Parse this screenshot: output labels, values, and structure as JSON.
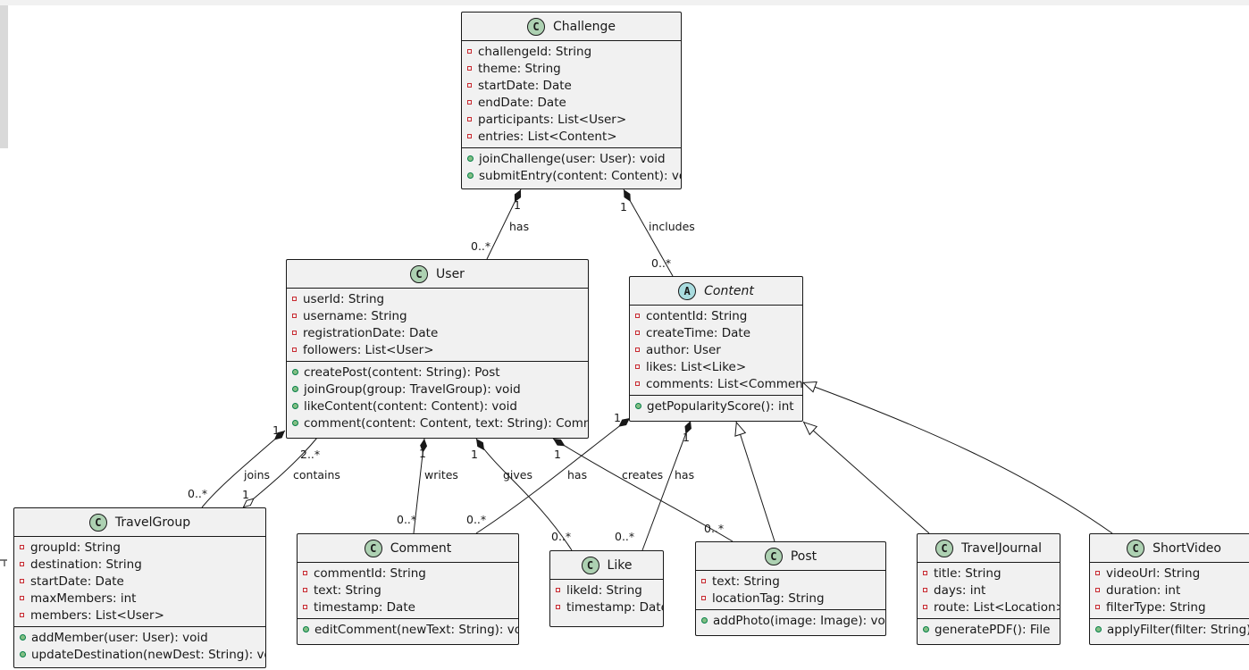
{
  "classes": {
    "challenge": {
      "stereotype": "C",
      "name": "Challenge",
      "attributes": [
        "challengeId: String",
        "theme: String",
        "startDate: Date",
        "endDate: Date",
        "participants: List<User>",
        "entries: List<Content>"
      ],
      "methods": [
        "joinChallenge(user: User): void",
        "submitEntry(content: Content): void"
      ]
    },
    "user": {
      "stereotype": "C",
      "name": "User",
      "attributes": [
        "userId: String",
        "username: String",
        "registrationDate: Date",
        "followers: List<User>"
      ],
      "methods": [
        "createPost(content: String): Post",
        "joinGroup(group: TravelGroup): void",
        "likeContent(content: Content): void",
        "comment(content: Content, text: String): Comment"
      ]
    },
    "content": {
      "stereotype": "A",
      "name": "Content",
      "abstract": true,
      "attributes": [
        "contentId: String",
        "createTime: Date",
        "author: User",
        "likes: List<Like>",
        "comments: List<Comment>"
      ],
      "methods": [
        "getPopularityScore(): int"
      ]
    },
    "travelgroup": {
      "stereotype": "C",
      "name": "TravelGroup",
      "attributes": [
        "groupId: String",
        "destination: String",
        "startDate: Date",
        "maxMembers: int",
        "members: List<User>"
      ],
      "methods": [
        "addMember(user: User): void",
        "updateDestination(newDest: String): void"
      ]
    },
    "comment": {
      "stereotype": "C",
      "name": "Comment",
      "attributes": [
        "commentId: String",
        "text: String",
        "timestamp: Date"
      ],
      "methods": [
        "editComment(newText: String): void"
      ]
    },
    "like": {
      "stereotype": "C",
      "name": "Like",
      "attributes": [
        "likeId: String",
        "timestamp: Date"
      ],
      "methods": []
    },
    "post": {
      "stereotype": "C",
      "name": "Post",
      "attributes": [
        "text: String",
        "locationTag: String"
      ],
      "methods": [
        "addPhoto(image: Image): void"
      ]
    },
    "traveljournal": {
      "stereotype": "C",
      "name": "TravelJournal",
      "attributes": [
        "title: String",
        "days: int",
        "route: List<Location>"
      ],
      "methods": [
        "generatePDF(): File"
      ]
    },
    "shortvideo": {
      "stereotype": "C",
      "name": "ShortVideo",
      "attributes": [
        "videoUrl: String",
        "duration: int",
        "filterType: String"
      ],
      "methods": [
        "applyFilter(filter: String): void"
      ]
    }
  },
  "relations": [
    {
      "id": "challenge-user",
      "from": "Challenge",
      "to": "User",
      "type": "composition",
      "label": "has",
      "from_mult": "1",
      "to_mult": "0..*"
    },
    {
      "id": "challenge-content",
      "from": "Challenge",
      "to": "Content",
      "type": "composition",
      "label": "includes",
      "from_mult": "1",
      "to_mult": "0..*"
    },
    {
      "id": "user-travelgroup-joins",
      "from": "User",
      "to": "TravelGroup",
      "type": "composition",
      "label": "joins",
      "from_mult": "1",
      "to_mult": "0..*"
    },
    {
      "id": "travelgroup-user-contains",
      "from": "TravelGroup",
      "to": "User",
      "type": "aggregation",
      "label": "contains",
      "from_mult": "1",
      "to_mult": "2..*"
    },
    {
      "id": "user-comment",
      "from": "User",
      "to": "Comment",
      "type": "composition",
      "label": "writes",
      "from_mult": "1",
      "to_mult": "0..*"
    },
    {
      "id": "user-like",
      "from": "User",
      "to": "Like",
      "type": "composition",
      "label": "gives",
      "from_mult": "1",
      "to_mult": "0..*"
    },
    {
      "id": "user-post",
      "from": "User",
      "to": "Post",
      "type": "composition",
      "label": "creates",
      "from_mult": "1",
      "to_mult": "0..*"
    },
    {
      "id": "content-comment",
      "from": "Content",
      "to": "Comment",
      "type": "composition",
      "label": "has",
      "from_mult": "1",
      "to_mult": "0..*"
    },
    {
      "id": "content-like",
      "from": "Content",
      "to": "Like",
      "type": "composition",
      "label": "has",
      "from_mult": "1",
      "to_mult": "0..*"
    },
    {
      "id": "post-content",
      "from": "Post",
      "to": "Content",
      "type": "inheritance",
      "label": ""
    },
    {
      "id": "traveljournal-content",
      "from": "TravelJournal",
      "to": "Content",
      "type": "inheritance",
      "label": ""
    },
    {
      "id": "shortvideo-content",
      "from": "ShortVideo",
      "to": "Content",
      "type": "inheritance",
      "label": ""
    }
  ],
  "colors": {
    "class_fill": "#f1f1f1",
    "border": "#181818",
    "badge_class": "#add1b2",
    "badge_abstract": "#a9dcdf",
    "private_icon": "#c82930",
    "public_icon": "#84be84"
  }
}
